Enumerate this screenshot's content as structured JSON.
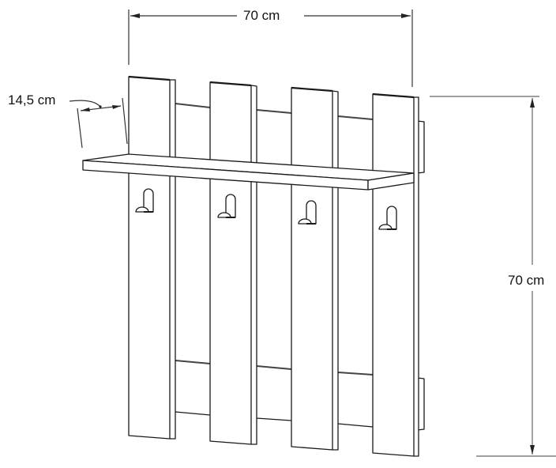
{
  "diagram": {
    "subject": "wall coat rack with shelf and four hooks",
    "colors": {
      "line": "#1a1a1a",
      "dimension_line": "#555555",
      "background": "#ffffff"
    },
    "dimensions": {
      "width": {
        "label": "70 cm"
      },
      "height": {
        "label": "70 cm"
      },
      "depth": {
        "label": "14,5 cm"
      }
    },
    "components": {
      "vertical_boards": 4,
      "hooks": 4,
      "shelf": 1,
      "back_rails": 2,
      "wall_brackets": 2
    }
  }
}
